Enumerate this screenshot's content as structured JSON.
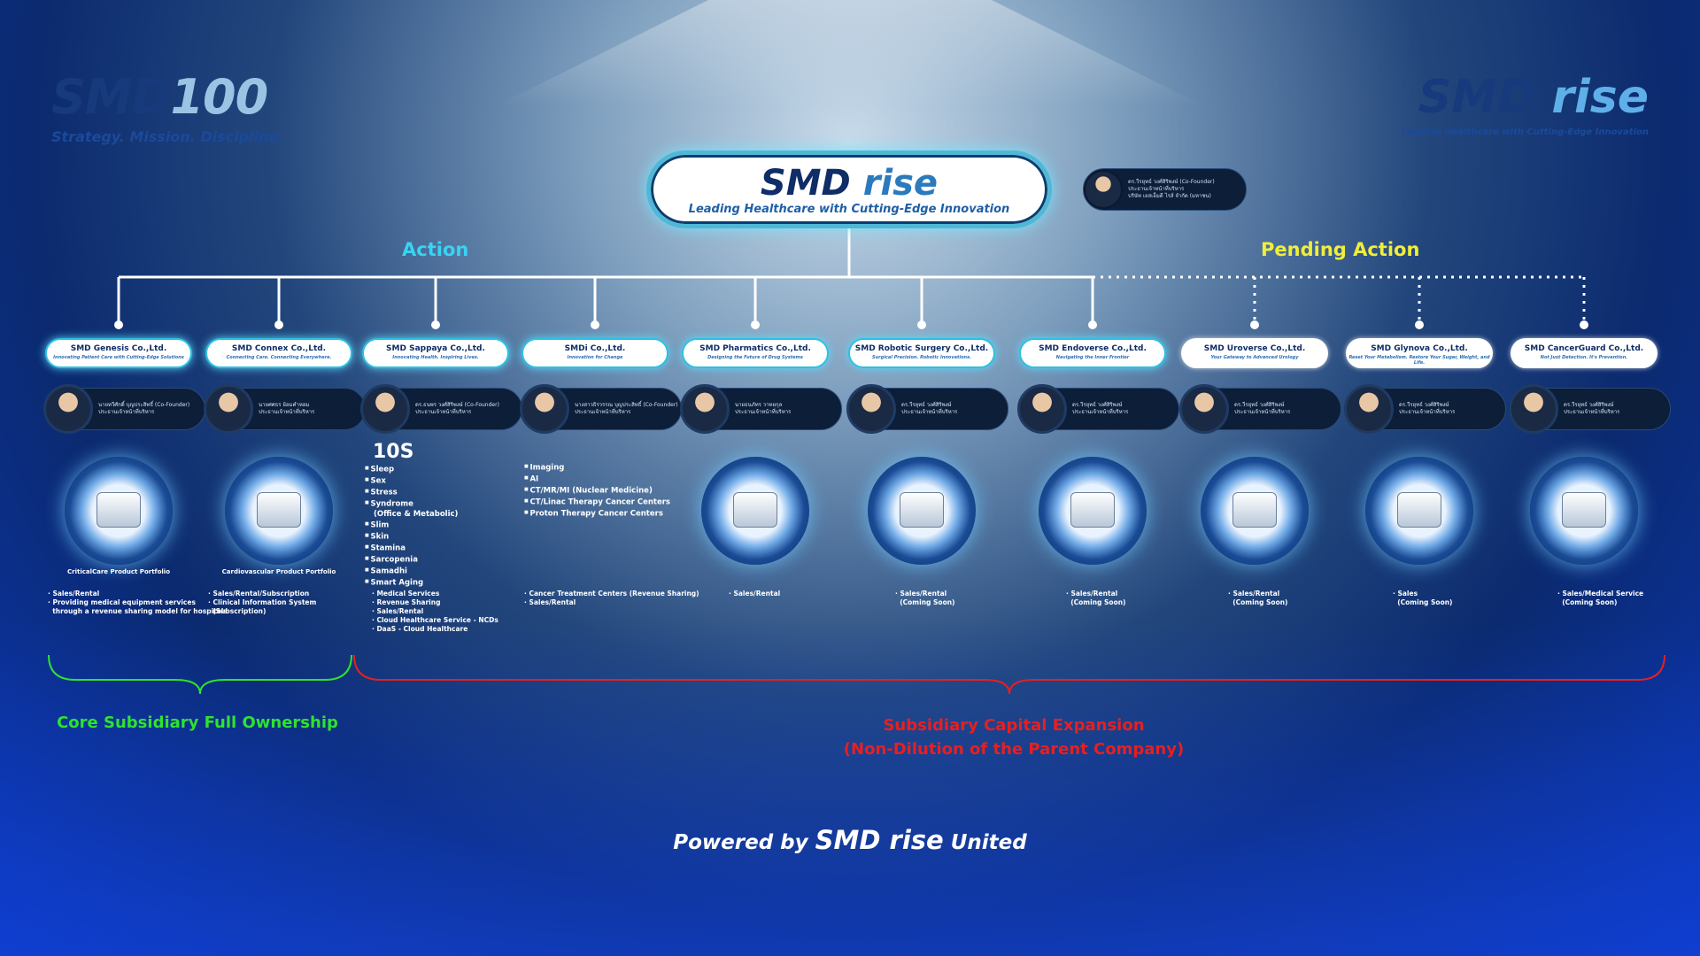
{
  "brand_left": {
    "logo_a": "SMD",
    "logo_b": "100",
    "tagline": "Strategy. Mission. Discipline."
  },
  "brand_right": {
    "logo_a": "SMD",
    "logo_b": "rise",
    "tagline": "Leading Healthcare with Cutting-Edge Innovation"
  },
  "root": {
    "title_a": "SMD",
    "title_b": "rise",
    "subtitle": "Leading Healthcare with Cutting-Edge Innovation"
  },
  "root_founder": {
    "name": "ดร.วีรยุทธ์ วงศ์สิริพงษ์ (Co-Founder)",
    "role": "ประธานเจ้าหน้าที่บริหาร",
    "org": "บริษัท เอสเอ็มดี ไรส์ จำกัด (มหาชน)"
  },
  "sections": {
    "action": "Action",
    "pending": "Pending Action"
  },
  "colors": {
    "action": "#38d4f2",
    "pending": "#f0ee3a",
    "core": "#2ee32e",
    "expansion": "#e81f1f"
  },
  "companies": [
    {
      "name": "SMD Genesis Co.,Ltd.",
      "slogan": "Innovating Patient Care with Cutting-Edge Solutions",
      "person": "นายทวีศักดิ์ บุญประสิทธิ์ (Co-Founder)",
      "person_role": "ประธานเจ้าหน้าที่บริหาร",
      "caption": "CriticalCare Product Portfolio",
      "notes": [
        "· Sales/Rental",
        "· Providing medical equipment services",
        "  through a revenue sharing model for hospitals"
      ],
      "status": "action"
    },
    {
      "name": "SMD Connex Co.,Ltd.",
      "slogan": "Connecting Care. Connecting Everywhere.",
      "person": "นายศศธร ย้อมคำหอม",
      "person_role": "ประธานเจ้าหน้าที่บริหาร",
      "caption": "Cardiovascular Product Portfolio",
      "notes": [
        "· Sales/Rental/Subscription",
        "· Clinical Information System",
        "  (Subscription)"
      ],
      "status": "action"
    },
    {
      "name": "SMD Sappaya Co.,Ltd.",
      "slogan": "Innovating Health. Inspiring Lives.",
      "person": "ดร.ธนพร วงศ์สิริพงษ์ (Co-Founder)",
      "person_role": "ประธานเจ้าหน้าที่บริหาร",
      "heading": "10S",
      "items": [
        "Sleep",
        "Sex",
        "Stress",
        "Syndrome",
        "(Office & Metabolic)",
        "Slim",
        "Skin",
        "Stamina",
        "Sarcopenia",
        "Samadhi",
        "Smart Aging"
      ],
      "notes": [
        "· Medical Services",
        "· Revenue Sharing",
        "· Sales/Rental",
        "· Cloud Healthcare Service - NCDs",
        "· DaaS - Cloud Healthcare"
      ],
      "status": "action"
    },
    {
      "name": "SMDi Co.,Ltd.",
      "slogan": "Innovation for Change",
      "person": "นางสาวธิรวรรณ บุญประสิทธิ์ (Co-Founder)",
      "person_role": "ประธานเจ้าหน้าที่บริหาร",
      "items": [
        "Imaging",
        "AI",
        "CT/MR/MI (Nuclear Medicine)",
        "CT/Linac Therapy Cancer Centers",
        "Proton Therapy Cancer Centers"
      ],
      "notes": [
        "· Cancer Treatment Centers (Revenue Sharing)",
        "· Sales/Rental"
      ],
      "status": "action"
    },
    {
      "name": "SMD Pharmatics Co.,Ltd.",
      "slogan": "Designing the Future of Drug Systems",
      "person": "นายธนภัทร วาทยกุล",
      "person_role": "ประธานเจ้าหน้าที่บริหาร",
      "notes": [
        "· Sales/Rental"
      ],
      "status": "action"
    },
    {
      "name": "SMD Robotic Surgery Co.,Ltd.",
      "slogan": "Surgical Precision. Robotic Innovations.",
      "person": "ดร.วีรยุทธ์ วงศ์สิริพงษ์",
      "person_role": "ประธานเจ้าหน้าที่บริหาร",
      "notes": [
        "· Sales/Rental",
        "  (Coming Soon)"
      ],
      "status": "action"
    },
    {
      "name": "SMD Endoverse Co.,Ltd.",
      "slogan": "Navigating the Inner Frontier",
      "person": "ดร.วีรยุทธ์ วงศ์สิริพงษ์",
      "person_role": "ประธานเจ้าหน้าที่บริหาร",
      "notes": [
        "· Sales/Rental",
        "  (Coming Soon)"
      ],
      "status": "action"
    },
    {
      "name": "SMD Uroverse Co.,Ltd.",
      "slogan": "Your Gateway to Advanced Urology",
      "person": "ดร.วีรยุทธ์ วงศ์สิริพงษ์",
      "person_role": "ประธานเจ้าหน้าที่บริหาร",
      "notes": [
        "· Sales/Rental",
        "  (Coming Soon)"
      ],
      "status": "pending"
    },
    {
      "name": "SMD Glynova Co.,Ltd.",
      "slogan": "Reset Your Metabolism. Restore Your Sugar, Weight, and Life.",
      "person": "ดร.วีรยุทธ์ วงศ์สิริพงษ์",
      "person_role": "ประธานเจ้าหน้าที่บริหาร",
      "notes": [
        "· Sales",
        "  (Coming Soon)"
      ],
      "status": "pending"
    },
    {
      "name": "SMD CancerGuard Co.,Ltd.",
      "slogan": "Not Just Detection. It's Prevention.",
      "person": "ดร.วีรยุทธ์ วงศ์สิริพงษ์",
      "person_role": "ประธานเจ้าหน้าที่บริหาร",
      "notes": [
        "· Sales/Medical Service",
        "  (Coming Soon)"
      ],
      "status": "pending"
    }
  ],
  "brace_core": "Core Subsidiary Full Ownership",
  "brace_expansion": {
    "line1": "Subsidiary Capital Expansion",
    "line2": "(Non-Dilution of the Parent Company)"
  },
  "powered": {
    "prefix": "Powered by",
    "brand": "SMD rise",
    "suffix": "United"
  }
}
